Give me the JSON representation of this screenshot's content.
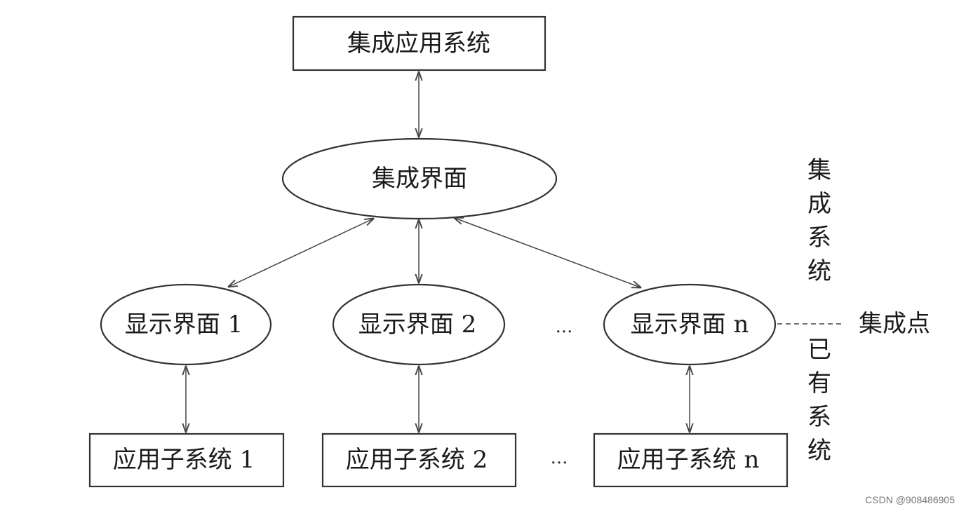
{
  "diagram": {
    "top_box": "集成应用系统",
    "hub": "集成界面",
    "interfaces": [
      "显示界面 1",
      "显示界面 2",
      "显示界面 n"
    ],
    "subsystems": [
      "应用子系统 1",
      "应用子系统 2",
      "应用子系统 n"
    ],
    "ellipsis": "...",
    "integration_point_label": "集成点",
    "integrated_system_label": "集成系统",
    "existing_system_label": "已有系统"
  },
  "watermark": "CSDN @908486905",
  "colors": {
    "line": "#444444",
    "text": "#1a1a1a",
    "background": "#ffffff"
  }
}
